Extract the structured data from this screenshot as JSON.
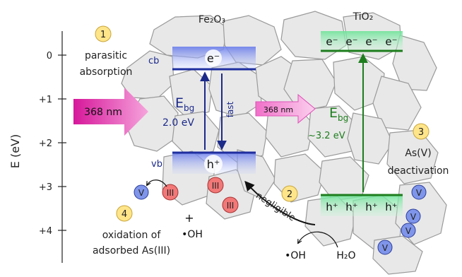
{
  "axis": {
    "label": "E (eV)",
    "ticks": [
      "0",
      "+1",
      "+2",
      "+3",
      "+4"
    ]
  },
  "materials": {
    "fe2o3": "Fe₂O₃",
    "tio2": "TiO₂"
  },
  "fe2o3_bands": {
    "cb_label": "cb",
    "vb_label": "vb",
    "electron": "e⁻",
    "hole": "h⁺",
    "gap_label": "E",
    "gap_sub": "bg",
    "gap_value": "2.0 eV",
    "fast_label": "fast"
  },
  "tio2_bands": {
    "electrons": [
      "e⁻",
      "e⁻",
      "e⁻",
      "e⁻"
    ],
    "holes": [
      "h⁺",
      "h⁺",
      "h⁺",
      "h⁺"
    ],
    "gap_label": "E",
    "gap_sub": "bg",
    "gap_value": "~3.2 eV"
  },
  "light": {
    "big_arrow_label": "368 nm",
    "small_arrow_label": "368 nm"
  },
  "steps": [
    {
      "num": "1",
      "line1": "parasitic",
      "line2": "absorption"
    },
    {
      "num": "2",
      "line1": "negligible"
    },
    {
      "num": "3",
      "line1": "As(V)",
      "line2": "deactivation"
    },
    {
      "num": "4",
      "line1": "oxidation of",
      "line2": "adsorbed As(III)"
    }
  ],
  "species": {
    "as3": "III",
    "as5": "V",
    "plus": "+",
    "oh_left": "•OH",
    "oh_right": "•OH",
    "water": "H₂O"
  },
  "colors": {
    "fe_band": "#1f2fa0",
    "fe_fill": "#7f8fe8",
    "ti_band": "#1d7d1d",
    "ti_fill": "#7de0a0",
    "light": "#e0209e",
    "step_fill": "#ffe58a",
    "as3_fill": "#f27878",
    "as5_fill": "#7f95ea",
    "grain_fill": "#e8e8e8",
    "grain_stroke": "#9a9a9a"
  }
}
